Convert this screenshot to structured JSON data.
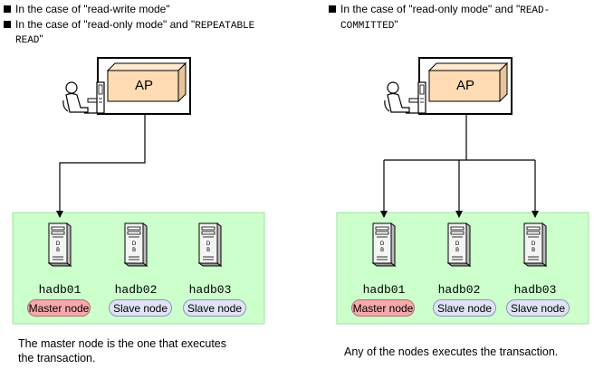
{
  "left_panel": {
    "bullets": [
      {
        "text": "In the case of \"read-write mode\""
      },
      {
        "pre": "In the case of \"read-only mode\" and \"",
        "mono": "REPEATABLE",
        "wrap": "READ",
        "post": "\""
      }
    ],
    "ap_label": "AP",
    "nodes": [
      {
        "host": "hadb01",
        "role": "Master node"
      },
      {
        "host": "hadb02",
        "role": "Slave node"
      },
      {
        "host": "hadb03",
        "role": "Slave node"
      }
    ],
    "caption_line1": "The master node is the one that executes",
    "caption_line2": "the transaction."
  },
  "right_panel": {
    "bullet": {
      "pre": "In the case of \"read-only mode\" and \"",
      "mono": "READ-",
      "wrap": "COMMITTED",
      "post": "\""
    },
    "ap_label": "AP",
    "nodes": [
      {
        "host": "hadb01",
        "role": "Master node"
      },
      {
        "host": "hadb02",
        "role": "Slave node"
      },
      {
        "host": "hadb03",
        "role": "Slave node"
      }
    ],
    "caption": "Any of the nodes executes the transaction."
  },
  "colors": {
    "zone_fill": "#ccffcc",
    "zone_border": "#9fe39f",
    "box_front": "#ffdcb4",
    "box_top": "#ffe9cf",
    "box_side": "#e9c39a",
    "master_pill": "#f6a8ab",
    "slave_pill": "#dfe3f5"
  }
}
